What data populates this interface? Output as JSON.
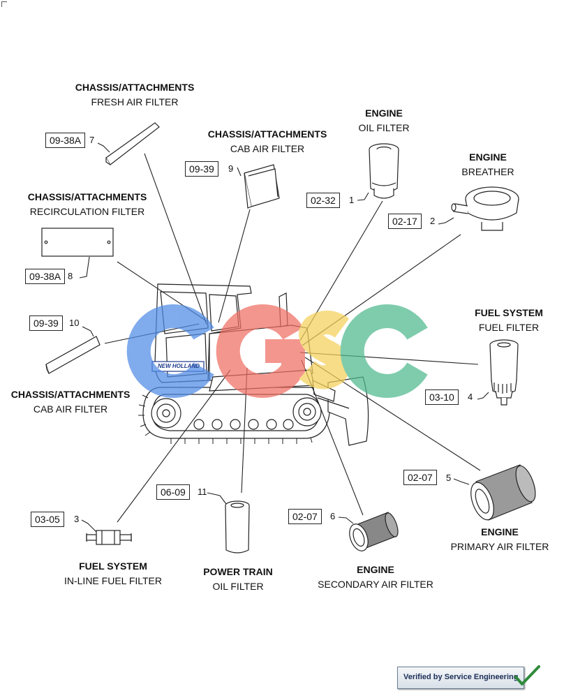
{
  "labels": {
    "fresh_air": {
      "system": "CHASSIS/ATTACHMENTS",
      "part": "FRESH AIR FILTER"
    },
    "cab_air_top": {
      "system": "CHASSIS/ATTACHMENTS",
      "part": "CAB AIR FILTER"
    },
    "oil_filter": {
      "system": "ENGINE",
      "part": "OIL FILTER"
    },
    "breather": {
      "system": "ENGINE",
      "part": "BREATHER"
    },
    "recirculation": {
      "system": "CHASSIS/ATTACHMENTS",
      "part": "RECIRCULATION FILTER"
    },
    "fuel_filter": {
      "system": "FUEL SYSTEM",
      "part": "FUEL FILTER"
    },
    "cab_air_left": {
      "system": "CHASSIS/ATTACHMENTS",
      "part": "CAB AIR FILTER"
    },
    "primary_air": {
      "system": "ENGINE",
      "part": "PRIMARY AIR FILTER"
    },
    "inline_fuel": {
      "system": "FUEL SYSTEM",
      "part": "IN-LINE FUEL FILTER"
    },
    "power_train_oil": {
      "system": "POWER TRAIN",
      "part": "OIL FILTER"
    },
    "secondary_air": {
      "system": "ENGINE",
      "part": "SECONDARY AIR FILTER"
    }
  },
  "callouts": {
    "fresh_air": {
      "ref": "09-38A",
      "num": "7"
    },
    "cab_air_top": {
      "ref": "09-39",
      "num": "9"
    },
    "oil_filter": {
      "ref": "02-32",
      "num": "1"
    },
    "breather": {
      "ref": "02-17",
      "num": "2"
    },
    "recirculation": {
      "ref": "09-38A",
      "num": "8"
    },
    "cab_air_left": {
      "ref": "09-39",
      "num": "10"
    },
    "fuel_filter": {
      "ref": "03-10",
      "num": "4"
    },
    "primary_air": {
      "ref": "02-07",
      "num": "5"
    },
    "secondary_air": {
      "ref": "02-07",
      "num": "6"
    },
    "power_train_oil": {
      "ref": "06-09",
      "num": "11"
    },
    "inline_fuel": {
      "ref": "03-05",
      "num": "3"
    }
  },
  "machine": {
    "brand": "NEW HOLLAND"
  },
  "watermark": {
    "text": "CGSC",
    "colors": [
      "#4f8be6",
      "#ef6f63",
      "#f5d15a",
      "#4fb98e"
    ]
  },
  "badge": {
    "text": "Verified by Service Engineering"
  }
}
